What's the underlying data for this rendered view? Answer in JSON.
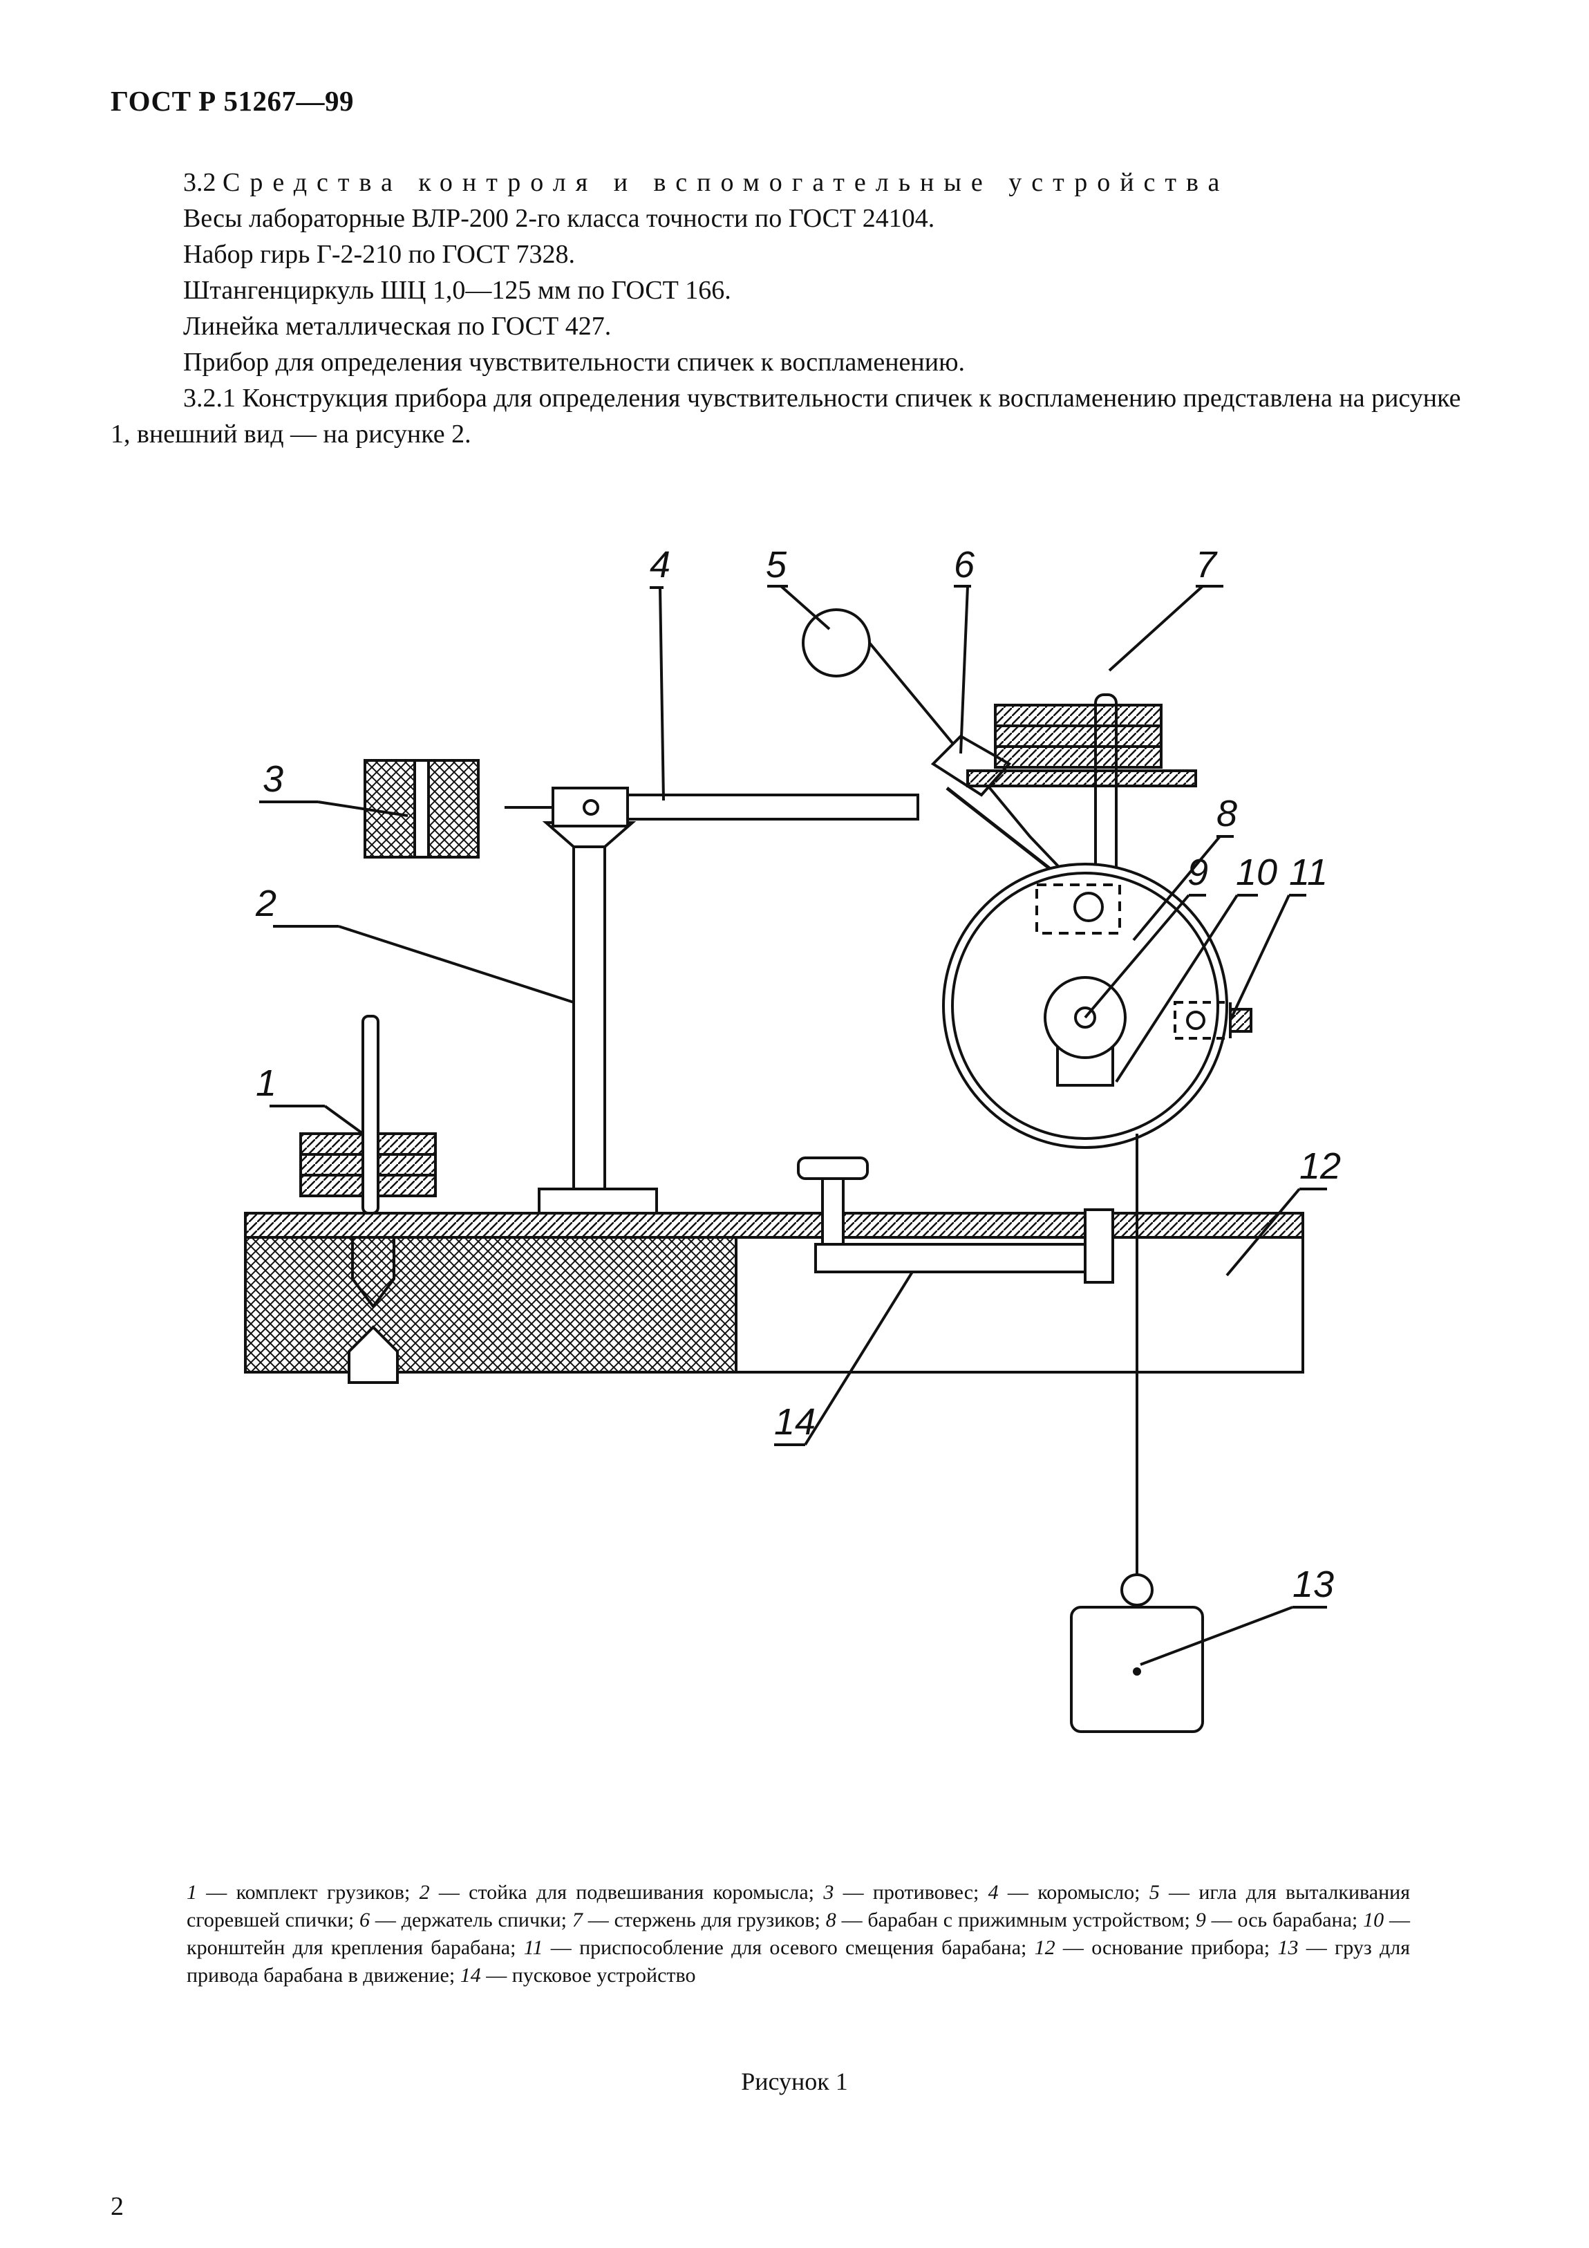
{
  "header": {
    "doc_id": "ГОСТ Р 51267—99"
  },
  "section": {
    "heading_num": "3.2",
    "heading_text": "Средства контроля и вспомогательные устройства",
    "lines": [
      "Весы лабораторные ВЛР-200 2-го класса точности по ГОСТ 24104.",
      "Набор гирь Г-2-210 по ГОСТ 7328.",
      "Штангенциркуль ШЦ 1,0—125 мм по ГОСТ 166.",
      "Линейка металлическая по ГОСТ 427.",
      "Прибор для определения чувствительности спичек к воспламенению.",
      "3.2.1 Конструкция прибора для определения чувствительности спичек к воспламенению представлена на рисунке 1, внешний вид — на рисунке 2."
    ]
  },
  "figure": {
    "callouts": [
      "1",
      "2",
      "3",
      "4",
      "5",
      "6",
      "7",
      "8",
      "9",
      "10",
      "11",
      "12",
      "13",
      "14"
    ],
    "legend": [
      {
        "num": "1",
        "text": "комплект грузиков;"
      },
      {
        "num": "2",
        "text": "стойка для подвешивания коромысла;"
      },
      {
        "num": "3",
        "text": "противовес;"
      },
      {
        "num": "4",
        "text": "коромысло;"
      },
      {
        "num": "5",
        "text": "игла для выталкивания сгоревшей спички;"
      },
      {
        "num": "6",
        "text": "держатель спички;"
      },
      {
        "num": "7",
        "text": "стержень для грузиков;"
      },
      {
        "num": "8",
        "text": "барабан с прижимным устройством;"
      },
      {
        "num": "9",
        "text": "ось барабана;"
      },
      {
        "num": "10",
        "text": "кронштейн для крепления барабана;"
      },
      {
        "num": "11",
        "text": "приспособление для осевого смещения барабана;"
      },
      {
        "num": "12",
        "text": "основание прибора;"
      },
      {
        "num": "13",
        "text": "груз для привода барабана в движение;"
      },
      {
        "num": "14",
        "text": "пусковое устройство"
      }
    ],
    "title": "Рисунок 1"
  },
  "page_number": "2"
}
